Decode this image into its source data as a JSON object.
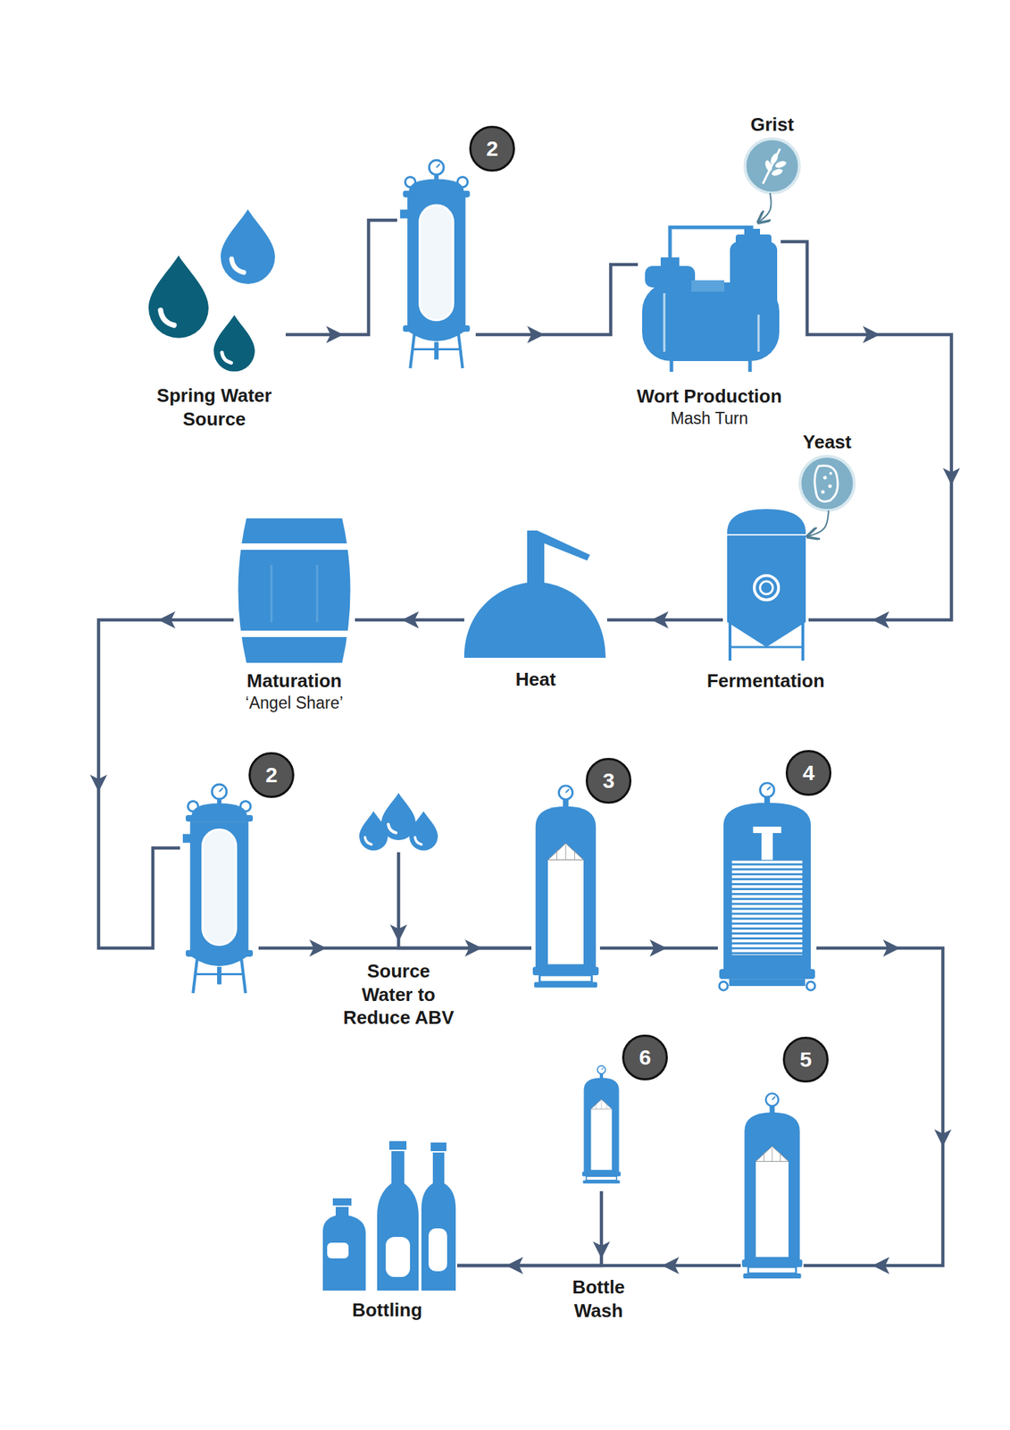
{
  "diagram": {
    "nodes": [
      {
        "text": [
          "Spring Water Source"
        ]
      },
      {
        "text": [
          "2"
        ]
      },
      {
        "text": [
          "Grist"
        ]
      },
      {
        "text": [
          "Wort Production",
          "Mash Turn"
        ]
      },
      {
        "text": [
          "Yeast"
        ]
      },
      {
        "text": [
          "Fermentation"
        ]
      },
      {
        "text": [
          "Heat"
        ]
      },
      {
        "text": [
          "Maturation",
          "‘Angel Share’"
        ]
      },
      {
        "text": [
          "2"
        ]
      },
      {
        "text": [
          "Source Water to Reduce ABV"
        ]
      },
      {
        "text": [
          "3"
        ]
      },
      {
        "text": [
          "4"
        ]
      },
      {
        "text": [
          "5"
        ]
      },
      {
        "text": [
          "6"
        ]
      },
      {
        "text": [
          "Bottling"
        ]
      }
    ],
    "edges": [
      {
        "from": 0,
        "to": 1,
        "arrow": "to"
      },
      {
        "from": 1,
        "to": 3,
        "arrow": "to"
      },
      {
        "from": 2,
        "to": 3,
        "arrow": "to"
      },
      {
        "from": 3,
        "to": 5,
        "arrow": "to"
      },
      {
        "from": 4,
        "to": 5,
        "arrow": "to"
      },
      {
        "from": 5,
        "to": 6,
        "arrow": "to"
      },
      {
        "from": 6,
        "to": 7,
        "arrow": "to"
      },
      {
        "from": 7,
        "to": 8,
        "arrow": "to"
      },
      {
        "from": 8,
        "to": 10,
        "arrow": "to"
      },
      {
        "from": 9,
        "to": 10,
        "arrow": "to"
      },
      {
        "from": 10,
        "to": 11,
        "arrow": "to"
      },
      {
        "from": 11,
        "to": 12,
        "arrow": "to"
      },
      {
        "from": 12,
        "to": 14,
        "arrow": "to"
      },
      {
        "from": 13,
        "to": 14,
        "arrow": "to"
      }
    ],
    "labels": [
      "Bottle Wash"
    ]
  }
}
